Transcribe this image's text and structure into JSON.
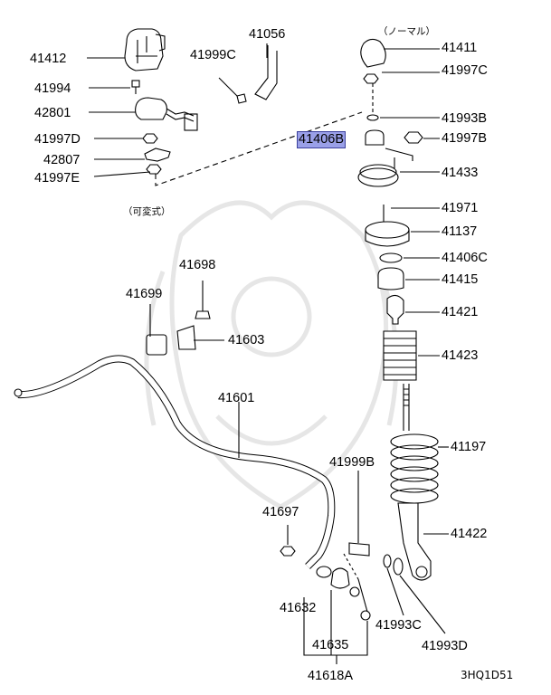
{
  "diagram": {
    "normal_note": "（ノーマル）",
    "variable_note": "（可変式）",
    "figure_code": "3HQ1D51",
    "highlighted_part": "41406B",
    "labels": {
      "p41412": "41412",
      "p41994": "41994",
      "p42801": "42801",
      "p41997D": "41997D",
      "p42807": "42807",
      "p41997E": "41997E",
      "p41056": "41056",
      "p41999C": "41999C",
      "p41411": "41411",
      "p41997C": "41997C",
      "p41993B": "41993B",
      "p41406B": "41406B",
      "p41997B": "41997B",
      "p41433": "41433",
      "p41971": "41971",
      "p41137": "41137",
      "p41406C": "41406C",
      "p41415": "41415",
      "p41421": "41421",
      "p41423": "41423",
      "p41197": "41197",
      "p41422": "41422",
      "p41698": "41698",
      "p41699": "41699",
      "p41603": "41603",
      "p41601": "41601",
      "p41697": "41697",
      "p41999B": "41999B",
      "p41632": "41632",
      "p41635": "41635",
      "p41618A": "41618A",
      "p41993C": "41993C",
      "p41993D": "41993D"
    }
  }
}
